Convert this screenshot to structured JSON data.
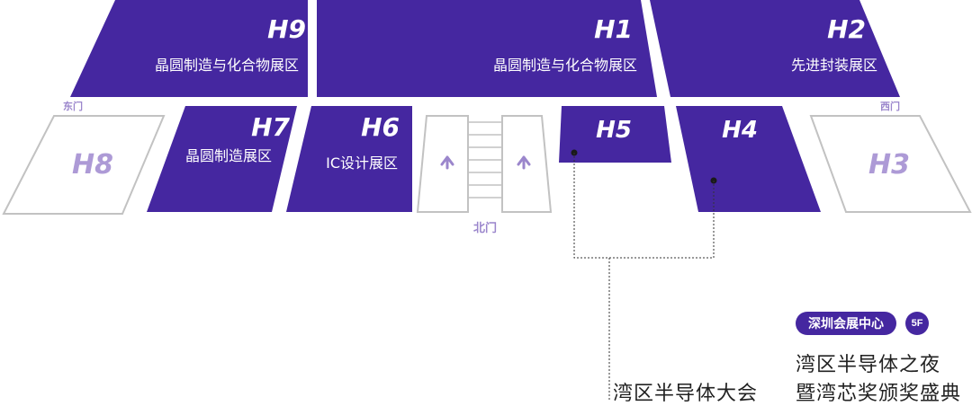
{
  "halls": {
    "h9": {
      "id": "H9",
      "label": "晶圆制造与化合物展区"
    },
    "h1": {
      "id": "H1",
      "label": "晶圆制造与化合物展区"
    },
    "h2": {
      "id": "H2",
      "label": "先进封装展区"
    },
    "h8": {
      "id": "H8"
    },
    "h7": {
      "id": "H7",
      "label": "晶圆制造展区"
    },
    "h6": {
      "id": "H6",
      "label": "IC设计展区"
    },
    "h5": {
      "id": "H5"
    },
    "h4": {
      "id": "H4"
    },
    "h3": {
      "id": "H3"
    }
  },
  "gates": {
    "east": "东门",
    "north": "北门",
    "west": "西门"
  },
  "venue": {
    "name": "深圳会展中心",
    "floor": "5F"
  },
  "events": {
    "main_conference": "湾区半导体大会",
    "night_line1": "湾区半导体之夜",
    "night_line2": "暨湾芯奖颁奖盛典"
  },
  "colors": {
    "hall_fill": "#4527a0",
    "outline": "#c2c2c2",
    "inactive_text": "#ad9ad6",
    "gate_text": "#9b86cc"
  }
}
